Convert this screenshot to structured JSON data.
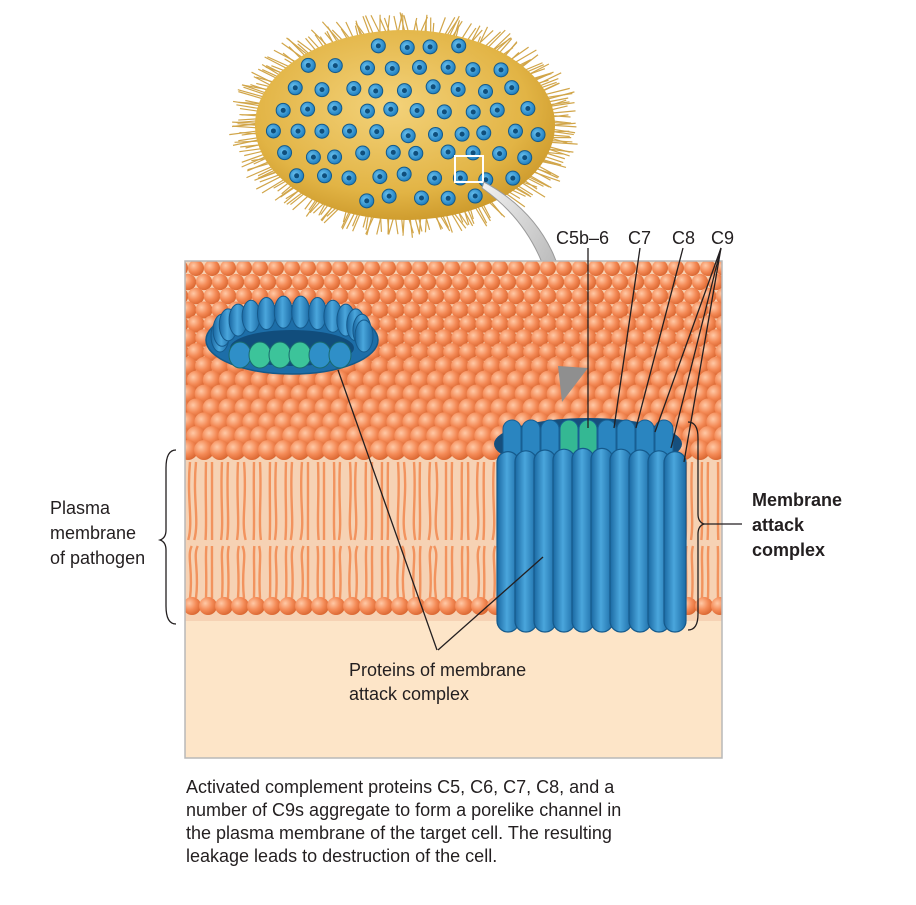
{
  "labels": {
    "c5b6": "C5b–6",
    "c7": "C7",
    "c8": "C8",
    "c9": "C9",
    "plasma_membrane": [
      "Plasma",
      "membrane",
      "of pathogen"
    ],
    "mac": [
      "Membrane",
      "attack",
      "complex"
    ],
    "proteins": [
      "Proteins of membrane",
      "attack complex"
    ]
  },
  "caption": [
    "Activated complement proteins C5, C6, C7, C8, and a",
    "number of C9s aggregate to form a porelike channel in",
    "the plasma membrane of the target cell. The resulting",
    "leakage leads to destruction of the cell."
  ],
  "colors": {
    "pathogen": "#e2bb4a",
    "pore": "#2f8fc8",
    "pore_dark": "#1b6ea6",
    "pore_green": "#3cc49a",
    "lipid_head": "#f28a55",
    "interior": "#fde3c6"
  }
}
